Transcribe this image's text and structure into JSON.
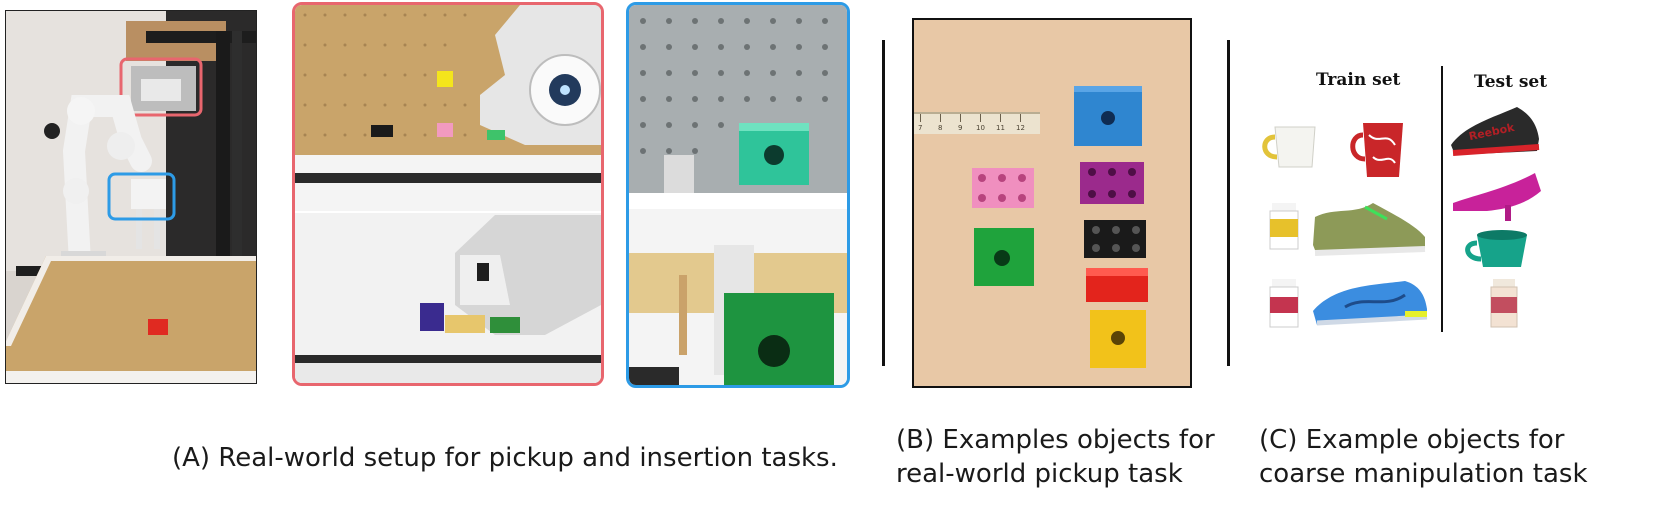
{
  "caption_a": "(A) Real-world setup for pickup and insertion tasks.",
  "caption_b_line1": "(B) Examples objects for",
  "caption_b_line2": "real-world  pickup task",
  "caption_c_line1": "(C) Example objects for",
  "caption_c_line2": "coarse manipulation task",
  "train_set_label": "Train set",
  "test_set_label": "Test set",
  "ruler_numbers": [
    "7",
    "8",
    "9",
    "10",
    "11",
    "12"
  ],
  "shoe_brand": "Reebok",
  "colors": {
    "pickup_frame": "#e8666e",
    "insertion_frame": "#2d9be6",
    "pegboard": "#c9a46a",
    "table_bg": "#e8c8a6"
  }
}
